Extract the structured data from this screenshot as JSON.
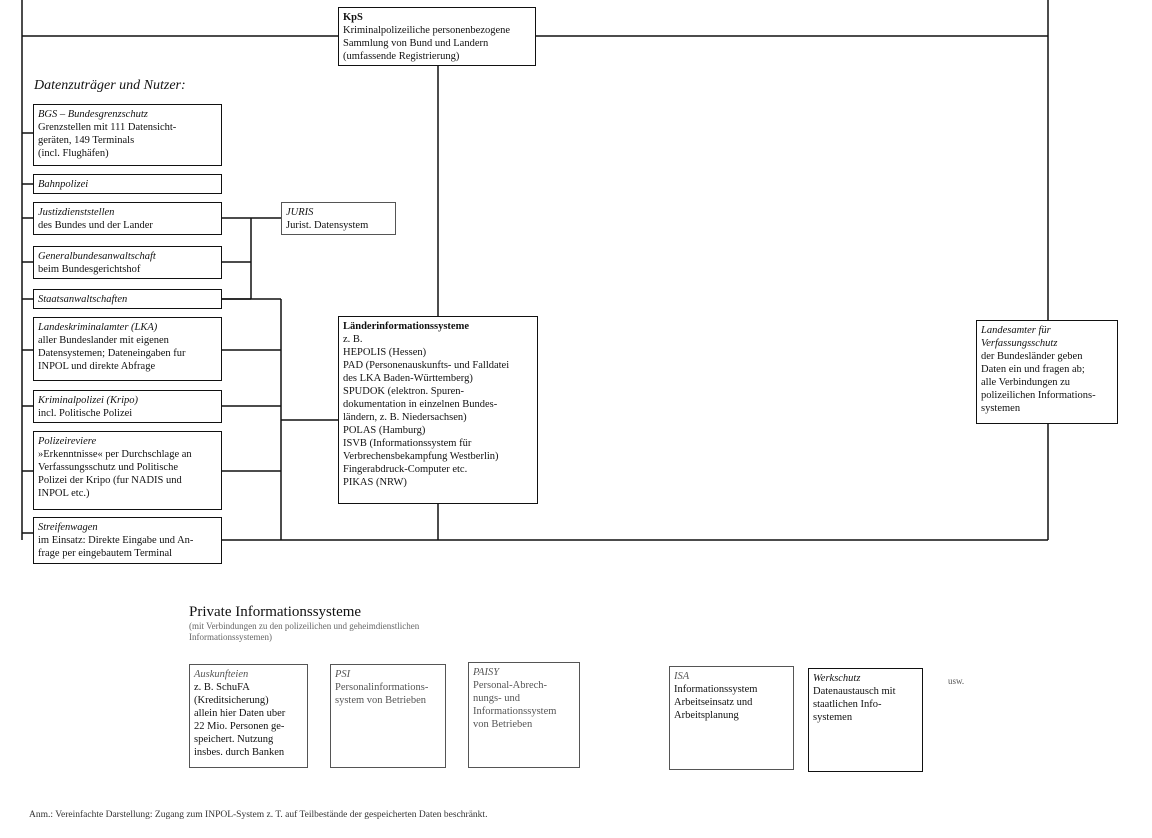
{
  "kps": {
    "title": "KpS",
    "body": "Kriminalpolizeiliche personenbezogene\nSammlung von Bund und Landern\n(umfassende Registrierung)"
  },
  "heading": "Datenzuträger und Nutzer:",
  "nodes": {
    "bgs": {
      "title": "BGS – Bundesgrenzschutz",
      "body": "Grenzstellen mit 111 Datensicht-\ngeräten, 149 Terminals\n(incl. Flughäfen)"
    },
    "bahn": {
      "title": "Bahnpolizei"
    },
    "justiz": {
      "title": "Justizdienststellen",
      "body": "des Bundes und der Lander"
    },
    "juris": {
      "title": "JURIS",
      "body": "Jurist. Datensystem"
    },
    "gba": {
      "title": "Generalbundesanwaltschaft",
      "body": "beim Bundesgerichtshof"
    },
    "staats": {
      "title": "Staatsanwaltschaften"
    },
    "lka": {
      "title": "Landeskriminalamter (LKA)",
      "body": "aller Bundeslander mit eigenen\nDatensystemen; Dateneingaben fur\nINPOL und direkte Abfrage"
    },
    "kripo": {
      "title": "Kriminalpolizei (Kripo)",
      "body": "incl. Politische Polizei"
    },
    "reviere": {
      "title": "Polizeireviere",
      "body": "»Erkenntnisse« per Durchschlage an\nVerfassungsschutz und Politische\nPolizei der Kripo (fur NADIS und\nINPOL etc.)"
    },
    "streife": {
      "title": "Streifenwagen",
      "body": "im Einsatz: Direkte Eingabe und An-\nfrage per eingebautem Terminal"
    },
    "laender": {
      "title": "Länderinformationssysteme",
      "body": "z. B.\nHEPOLIS (Hessen)\nPAD (Personenauskunfts- und Falldatei\ndes LKA Baden-Württemberg)\nSPUDOK (elektron. Spuren-\ndokumentation in einzelnen Bundes-\nländern, z. B. Niedersachsen)\nPOLAS (Hamburg)\nISVB (Informationssystem für\nVerbrechensbekampfung Westberlin)\nFingerabdruck-Computer etc.\nPIKAS (NRW)"
    },
    "lfv": {
      "title": "Landesamter für Verfassungsschutz",
      "body": "der Bundesländer geben\nDaten ein und fragen ab;\nalle Verbindungen zu\npolizeilichen Informations-\nsystemen"
    }
  },
  "private": {
    "title": "Private Informationssysteme",
    "subtitle": "(mit Verbindungen zu den polizeilichen und geheimdienstlichen\nInformationssystemen)",
    "boxes": [
      {
        "title": "Auskunfteien",
        "body": "z. B. SchuFA\n(Kreditsicherung)\nallein hier Daten uber\n22 Mio. Personen ge-\nspeichert. Nutzung\ninsbes. durch Banken"
      },
      {
        "title": "PSI",
        "body": "Personalinformations-\nsystem von Betrieben"
      },
      {
        "title": "PAISY",
        "body": "Personal-Abrech-\nnungs- und\nInformationssystem\nvon Betrieben"
      },
      {
        "title": "ISA",
        "body": "Informationssystem\nArbeitseinsatz und\nArbeitsplanung"
      },
      {
        "title": "Werkschutz",
        "body": "Datenaustausch mit\nstaatlichen Info-\nsystemen"
      }
    ],
    "etc": "usw."
  },
  "footnote": "Anm.: Vereinfachte Darstellung: Zugang zum INPOL-System z. T. auf Teilbestände der gespeicherten Daten beschränkt."
}
